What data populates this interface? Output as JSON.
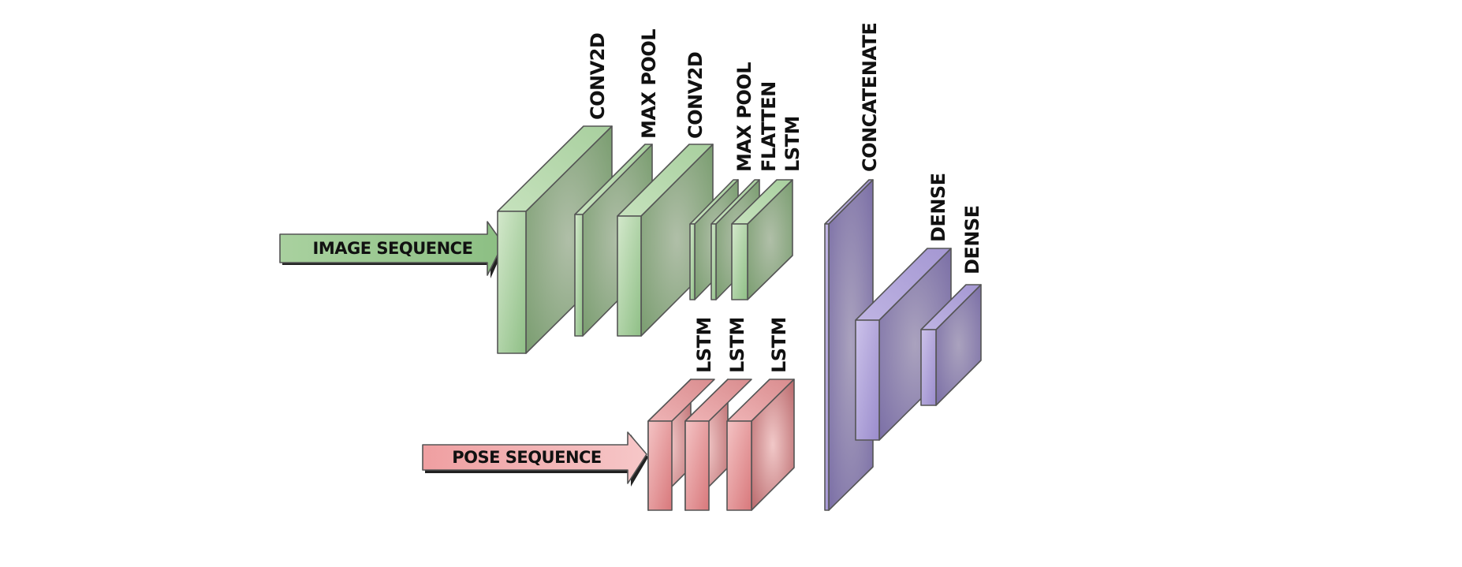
{
  "inputs": {
    "image": "IMAGE SEQUENCE",
    "pose": "POSE SEQUENCE"
  },
  "image_branch": {
    "layers": [
      "CONV2D",
      "MAX POOL",
      "CONV2D",
      "MAX POOL",
      "FLATTEN",
      "LSTM"
    ]
  },
  "pose_branch": {
    "layers": [
      "LSTM",
      "LSTM",
      "LSTM"
    ]
  },
  "merge": {
    "concatenate": "CONCATENATE",
    "dense": [
      "DENSE",
      "DENSE"
    ]
  },
  "colors": {
    "image_branch": "#8fb886",
    "pose_branch": "#e08a8c",
    "merge": "#9a8fc2"
  }
}
